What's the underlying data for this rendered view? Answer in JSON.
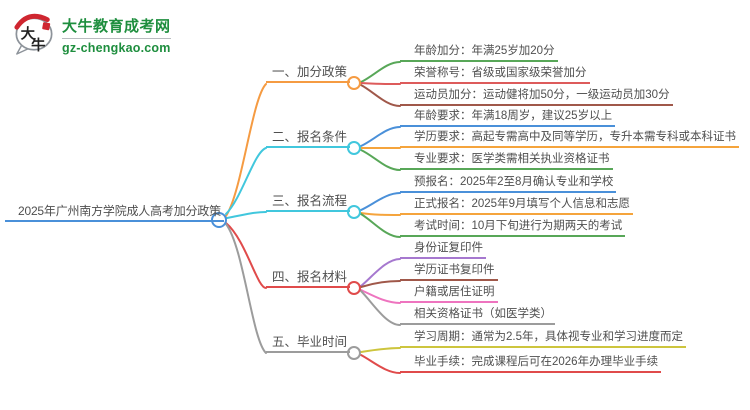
{
  "logo": {
    "site_name": "大牛教育成考网",
    "site_url": "gz-chengkao.com",
    "icon_char_1": "大",
    "icon_char_2": "牛",
    "brand_green": "#1e8e3e",
    "brand_red": "#cf2630"
  },
  "mindmap": {
    "root": {
      "label": "2025年广州南方学院成人高考加分政策",
      "color": "#4a90d9"
    },
    "branches": [
      {
        "label": "一、加分政策",
        "color": "#f59b42",
        "children": [
          {
            "label": "年龄加分：年满25岁加20分",
            "color": "#58a758"
          },
          {
            "label": "荣誉称号：省级或国家级荣誉加分",
            "color": "#dd5b5b"
          },
          {
            "label": "运动员加分：运动健将加50分，一级运动员加30分",
            "color": "#a0584a"
          }
        ]
      },
      {
        "label": "二、报名条件",
        "color": "#41c7dd",
        "children": [
          {
            "label": "年龄要求：年满18周岁，建议25岁以上",
            "color": "#4a90d9"
          },
          {
            "label": "学历要求：高起专需高中及同等学历，专升本需专科或本科证书",
            "color": "#f5a43c"
          },
          {
            "label": "专业要求：医学类需相关执业资格证书",
            "color": "#58a758"
          }
        ]
      },
      {
        "label": "三、报名流程",
        "color": "#41c7dd",
        "children": [
          {
            "label": "预报名：2025年2至8月确认专业和学校",
            "color": "#4a90d9"
          },
          {
            "label": "正式报名：2025年9月填写个人信息和志愿",
            "color": "#f5a43c"
          },
          {
            "label": "考试时间：10月下旬进行为期两天的考试",
            "color": "#58a758"
          }
        ]
      },
      {
        "label": "四、报名材料",
        "color": "#e04b4b",
        "children": [
          {
            "label": "身份证复印件",
            "color": "#a678cf"
          },
          {
            "label": "学历证书复印件",
            "color": "#a0584a"
          },
          {
            "label": "户籍或居住证明",
            "color": "#ee74bf"
          },
          {
            "label": "相关资格证书（如医学类）",
            "color": "#9c9c9c"
          }
        ]
      },
      {
        "label": "五、毕业时间",
        "color": "#9c9c9c",
        "children": [
          {
            "label": "学习周期：通常为2.5年，具体视专业和学习进度而定",
            "color": "#cdc53e"
          },
          {
            "label": "毕业手续：完成课程后可在2026年办理毕业手续",
            "color": "#e04b4b"
          }
        ]
      }
    ]
  }
}
